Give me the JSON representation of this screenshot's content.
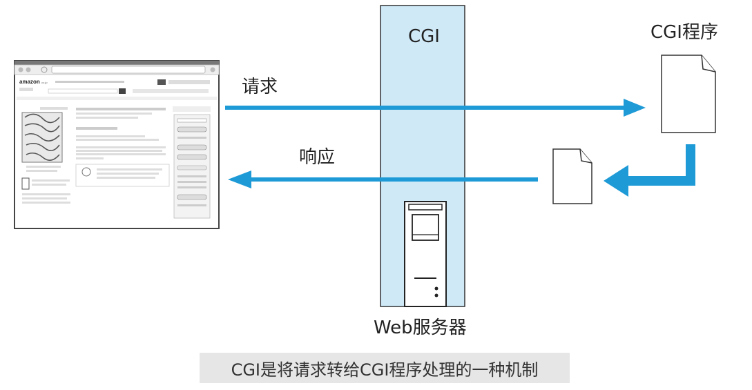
{
  "diagram": {
    "cgi_label": "CGI",
    "cgi_program_label": "CGI程序",
    "request_label": "请求",
    "response_label": "响应",
    "web_server_label": "Web服务器",
    "caption": "CGI是将请求转给CGI程序处理的一种机制"
  },
  "browser": {
    "logo_text": "amazon",
    "logo_suffix": ".co.jp"
  },
  "colors": {
    "arrow": "#1e9ad6",
    "cgi_column": "#cfe9f7",
    "caption_bg": "#e6e6e6"
  }
}
